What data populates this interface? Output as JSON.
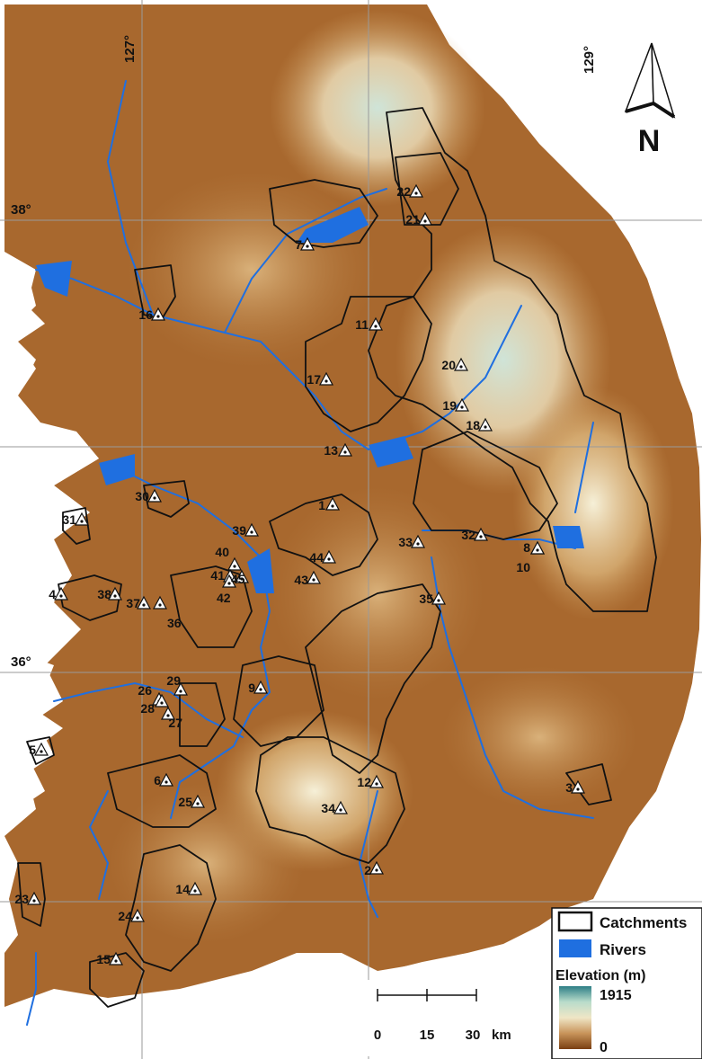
{
  "graticule": {
    "lon_labels": [
      "127°",
      "129°"
    ],
    "lat_labels": [
      "38°",
      "36°"
    ]
  },
  "north_arrow": {
    "label": "N"
  },
  "stations": [
    {
      "id": "1"
    },
    {
      "id": "2"
    },
    {
      "id": "3"
    },
    {
      "id": "4"
    },
    {
      "id": "5"
    },
    {
      "id": "6"
    },
    {
      "id": "7"
    },
    {
      "id": "8"
    },
    {
      "id": "9"
    },
    {
      "id": "10"
    },
    {
      "id": "11"
    },
    {
      "id": "12"
    },
    {
      "id": "13"
    },
    {
      "id": "14"
    },
    {
      "id": "15"
    },
    {
      "id": "16"
    },
    {
      "id": "17"
    },
    {
      "id": "18"
    },
    {
      "id": "19"
    },
    {
      "id": "20"
    },
    {
      "id": "21"
    },
    {
      "id": "22"
    },
    {
      "id": "23"
    },
    {
      "id": "24"
    },
    {
      "id": "25"
    },
    {
      "id": "26"
    },
    {
      "id": "27"
    },
    {
      "id": "28"
    },
    {
      "id": "29"
    },
    {
      "id": "30"
    },
    {
      "id": "31"
    },
    {
      "id": "32"
    },
    {
      "id": "33"
    },
    {
      "id": "34"
    },
    {
      "id": "35"
    },
    {
      "id": "36"
    },
    {
      "id": "37"
    },
    {
      "id": "38"
    },
    {
      "id": "39"
    },
    {
      "id": "40"
    },
    {
      "id": "41"
    },
    {
      "id": "42"
    },
    {
      "id": "43"
    },
    {
      "id": "44"
    },
    {
      "id": "45"
    }
  ],
  "scale_bar": {
    "ticks": [
      "0",
      "15",
      "30"
    ],
    "unit": "km"
  },
  "legend": {
    "catchments_label": "Catchments",
    "rivers_label": "Rivers",
    "elevation_title": "Elevation (m)",
    "elevation_max": "1915",
    "elevation_min": "0",
    "colors": {
      "river": "#1f6fe0",
      "low": "#7a3f12",
      "mid": "#e9d3a0",
      "high": "#3a8f8c"
    }
  }
}
